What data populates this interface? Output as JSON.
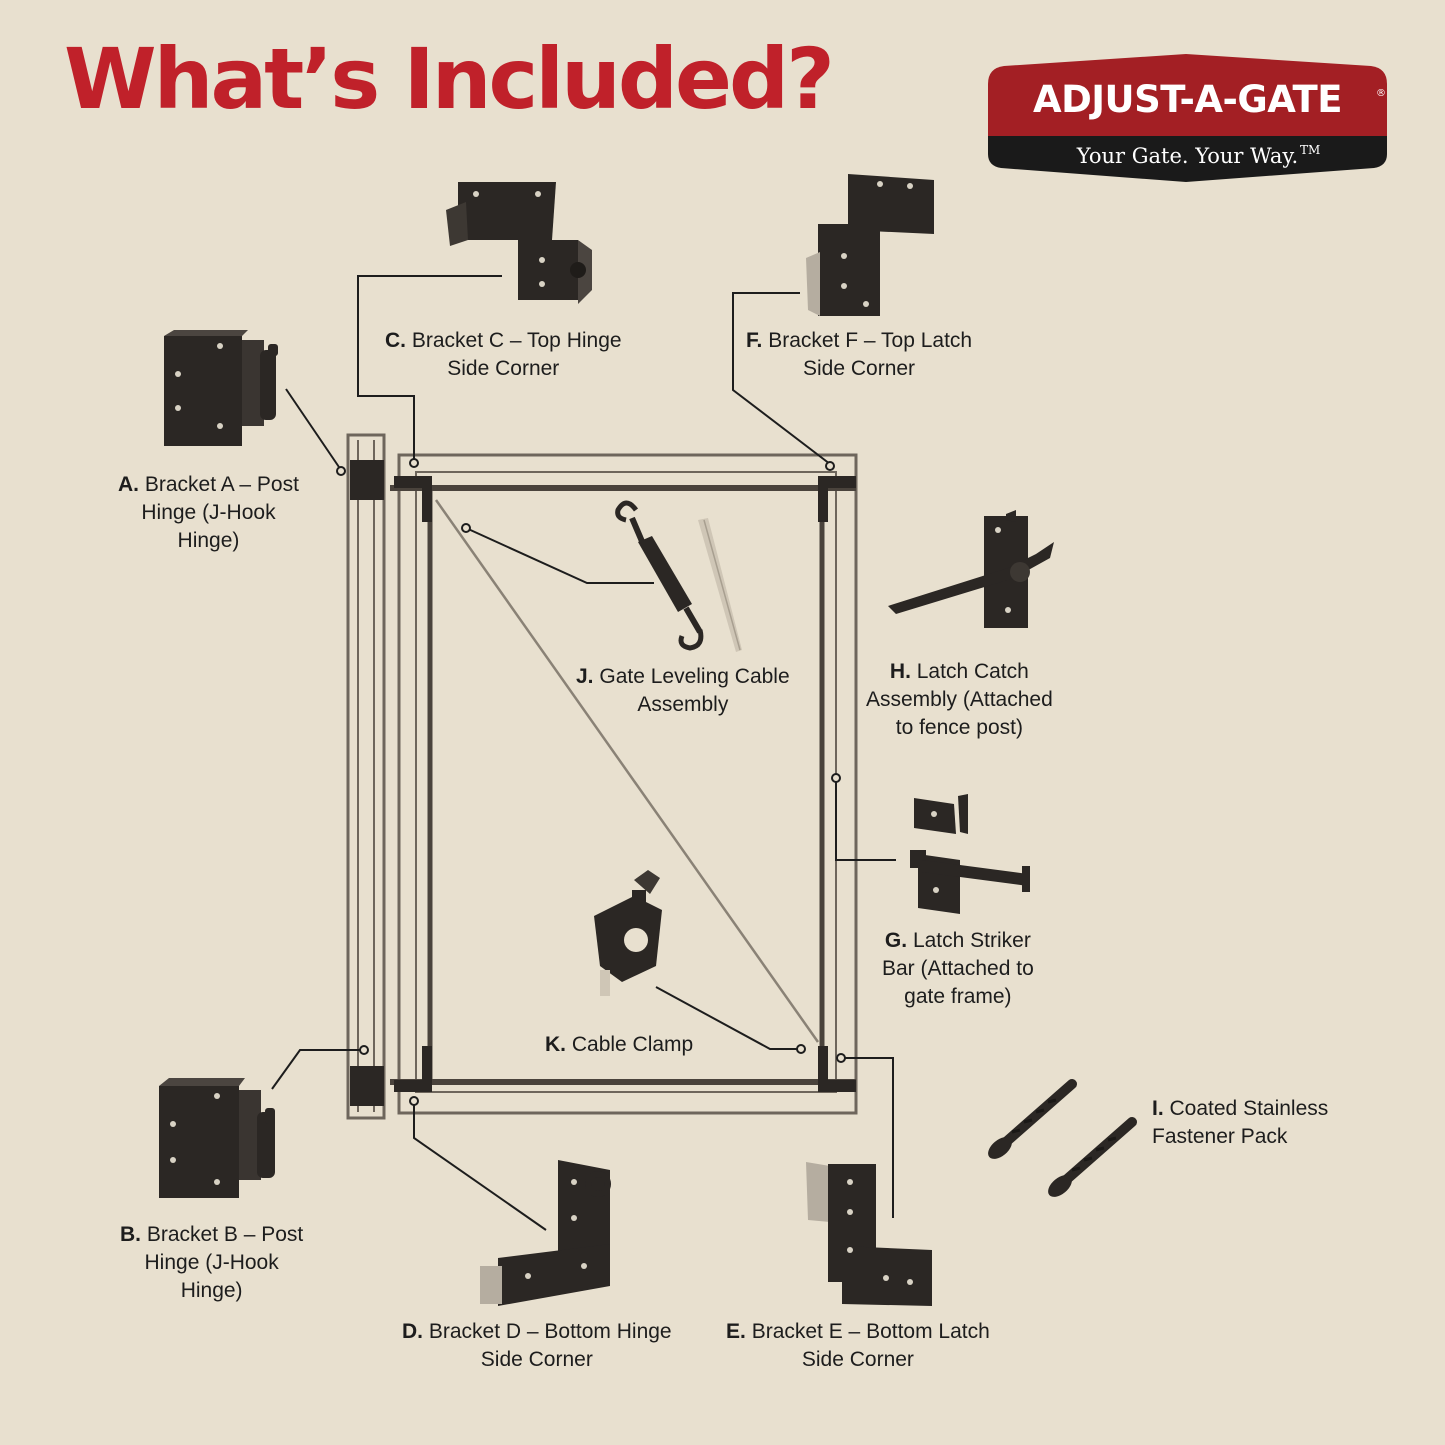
{
  "title": "What’s Included?",
  "brand": {
    "name": "ADJUST-A-GATE",
    "registered": "®",
    "tagline": "Your Gate. Your Way.",
    "tagline_mark": "TM",
    "colors": {
      "primary": "#a31f24",
      "secondary": "#1a1a1a",
      "text": "#ffffff"
    }
  },
  "colors": {
    "title": "#c0212a",
    "background": "#e8e0cf",
    "hardware": "#2b2724",
    "frame": "#6e665c"
  },
  "parts": [
    {
      "letter": "A.",
      "line1": "Bracket A – Post",
      "line2": "Hinge (J-Hook",
      "line3": "Hinge)",
      "icon": "j-hook-hinge-icon"
    },
    {
      "letter": "B.",
      "line1": "Bracket B – Post",
      "line2": "Hinge (J-Hook",
      "line3": "Hinge)",
      "icon": "j-hook-hinge-icon"
    },
    {
      "letter": "C.",
      "line1": "Bracket C – Top Hinge",
      "line2": "Side Corner",
      "icon": "corner-bracket-icon"
    },
    {
      "letter": "D.",
      "line1": "Bracket D – Bottom Hinge",
      "line2": "Side Corner",
      "icon": "corner-bracket-icon"
    },
    {
      "letter": "E.",
      "line1": "Bracket E – Bottom Latch",
      "line2": "Side Corner",
      "icon": "corner-bracket-icon"
    },
    {
      "letter": "F.",
      "line1": "Bracket F – Top Latch",
      "line2": "Side Corner",
      "icon": "corner-bracket-icon"
    },
    {
      "letter": "G.",
      "line1": "Latch Striker",
      "line2": "Bar (Attached to",
      "line3": "gate frame)",
      "icon": "latch-striker-icon"
    },
    {
      "letter": "H.",
      "line1": "Latch Catch",
      "line2": "Assembly (Attached",
      "line3": "to fence post)",
      "icon": "latch-catch-icon"
    },
    {
      "letter": "I.",
      "line1": "Coated Stainless",
      "line2": "Fastener Pack",
      "icon": "screw-icon"
    },
    {
      "letter": "J.",
      "line1": "Gate Leveling Cable",
      "line2": "Assembly",
      "icon": "turnbuckle-icon"
    },
    {
      "letter": "K.",
      "line1": "Cable Clamp",
      "icon": "cable-clamp-icon"
    }
  ]
}
